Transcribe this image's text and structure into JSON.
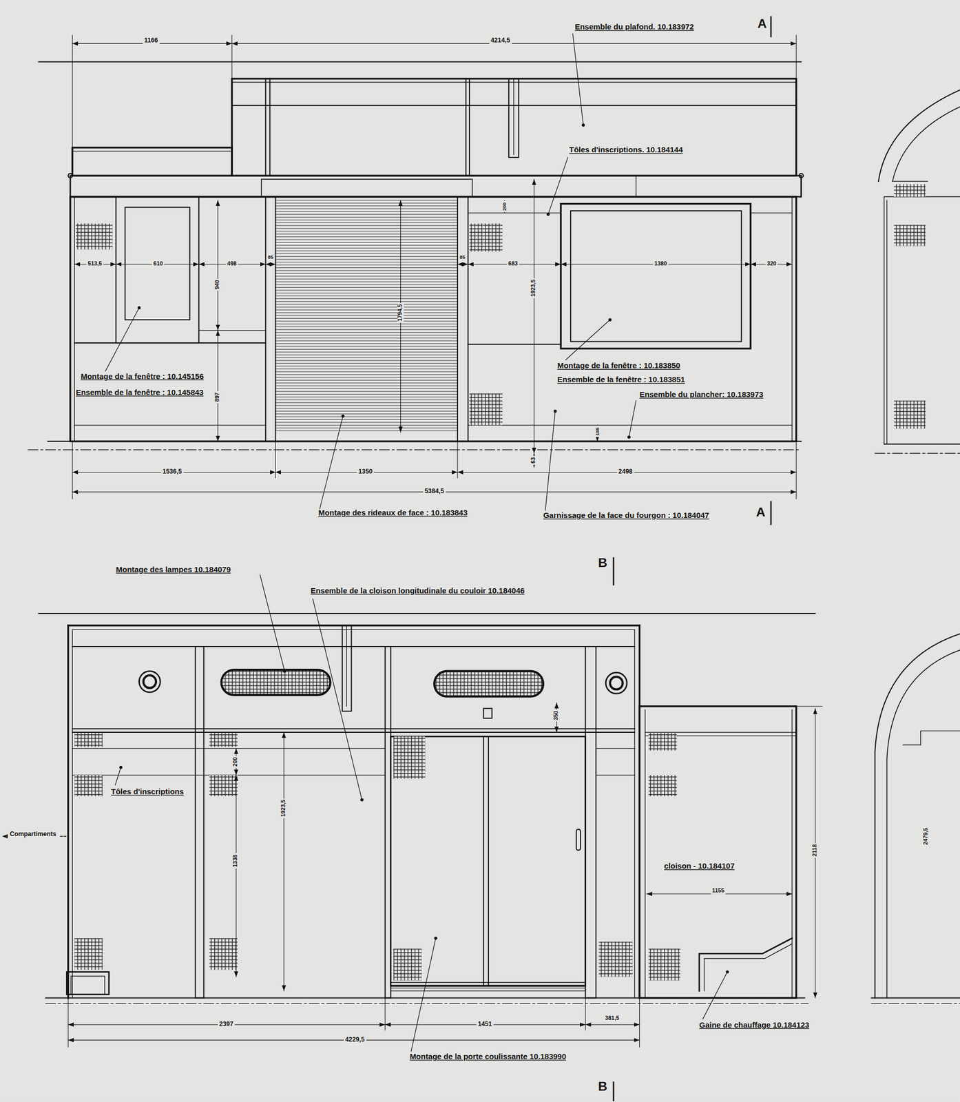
{
  "diagram": {
    "labels": [
      "1166",
      "4214,5",
      "Ensemble du plafond. 10.183972",
      "A",
      "Tôles d'inscriptions. 10.184144",
      "513,5",
      "610",
      "498",
      "85",
      "940",
      "897",
      "1794,5",
      "85",
      "200",
      "683",
      "1380",
      "320",
      "1923,5",
      "Montage de la fenêtre : 10.145156",
      "Ensemble de la fenêtre : 10.145843",
      "Montage de la fenêtre : 10.183850",
      "Ensemble de la fenêtre : 10.183851",
      "Ensemble du plancher: 10.183973",
      "185",
      "63",
      "1536,5",
      "1350",
      "2498",
      "5384,5",
      "Montage des rideaux de face : 10.183843",
      "Garnissage de la face du fourgon : 10.184047",
      "A",
      "B",
      "Montage des lampes 10.184079",
      "Ensemble de la cloison longitudinale du couloir 10.184046",
      "350",
      "200",
      "1338",
      "1923,5",
      "Tôles d'inscriptions",
      "Compartiments",
      "cloison - 10.184107",
      "1155",
      "2118",
      "2397",
      "1451",
      "381,5",
      "4229,5",
      "Gaine de chauffage 10.184123",
      "Montage de la porte coulissante 10.183990",
      "B",
      "2479,5"
    ]
  }
}
